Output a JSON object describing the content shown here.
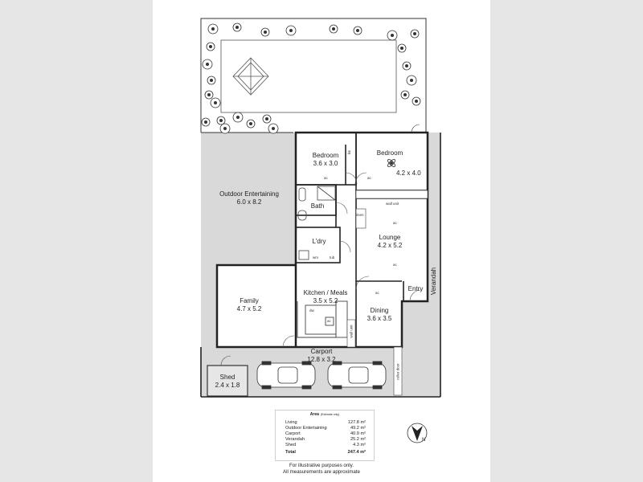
{
  "rooms": {
    "bedroom1": {
      "name": "Bedroom",
      "size": "3.6 x 3.0"
    },
    "bedroom2": {
      "name": "Bedroom",
      "size": "4.2 x 4.0"
    },
    "outdoor": {
      "name": "Outdoor Entertaining",
      "size": "6.0 x 8.2"
    },
    "bath": {
      "name": "Bath"
    },
    "laundry": {
      "name": "L'dry"
    },
    "lounge": {
      "name": "Lounge",
      "size": "4.2 x 5.2"
    },
    "family": {
      "name": "Family",
      "size": "4.7 x 5.2"
    },
    "kitchen": {
      "name": "Kitchen / Meals",
      "size": "3.5 x 5.2"
    },
    "dining": {
      "name": "Dining",
      "size": "3.6 x 3.5"
    },
    "entry": {
      "name": "Entry"
    },
    "verandah": {
      "name": "Verandah"
    },
    "carport": {
      "name": "Carport",
      "size": "12.8 x 3.2"
    },
    "shed": {
      "name": "Shed",
      "size": "2.4 x 1.8"
    }
  },
  "small_labels": {
    "bir": "bir",
    "wall_unit_top": "wall unit",
    "linen": "linen",
    "wall_unit_dining": "wall unit",
    "roller_door": "roller door",
    "ac": "ac",
    "dw": "dw",
    "wm": "wm",
    "tub": "tub"
  },
  "compass": {
    "letter": "N"
  },
  "area_table": {
    "title": "Area",
    "subtitle": "(Estimate only)",
    "rows": [
      {
        "name": "Living",
        "value": "127.8 m²"
      },
      {
        "name": "Outdoor Entertaining",
        "value": "49.2 m²"
      },
      {
        "name": "Carport",
        "value": "40.9 m²"
      },
      {
        "name": "Verandah",
        "value": "25.2 m²"
      },
      {
        "name": "Shed",
        "value": "4.3 m²"
      }
    ],
    "total": {
      "name": "Total",
      "value": "247.4 m²"
    }
  },
  "disclaimer": {
    "line1": "For illustrative purposes only.",
    "line2": "All measurements are approximate"
  }
}
